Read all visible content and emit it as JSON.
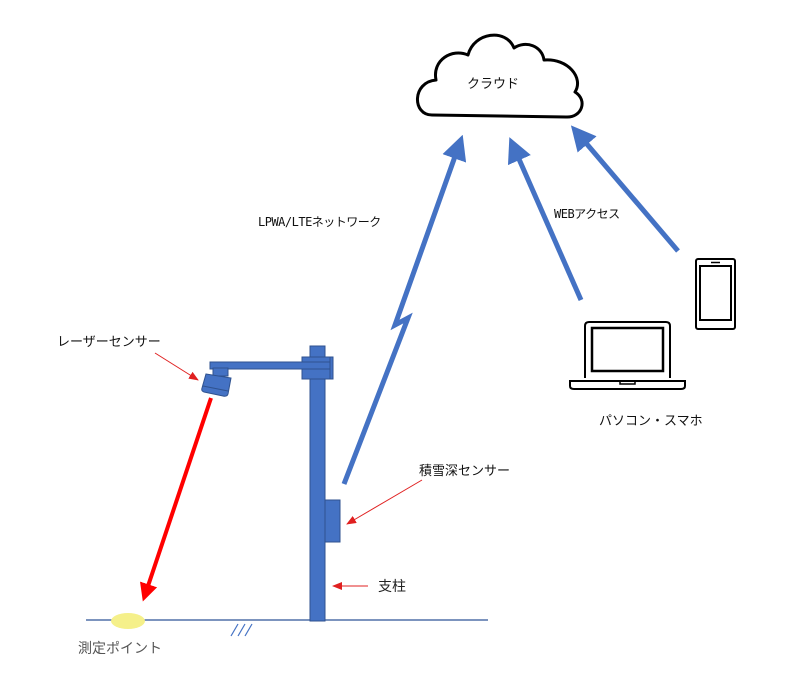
{
  "colors": {
    "blue": "#4472C4",
    "blue_dark": "#2F528F",
    "red": "#FF0000",
    "red_thin": "#E02020",
    "ground": "#2E5597",
    "highlight": "#F5F08A",
    "outline": "#000000"
  },
  "cloud": {
    "label": "クラウド",
    "icon": "cloud-icon"
  },
  "network": {
    "label": "LPWA/LTEネットワーク"
  },
  "web_access": {
    "label": "WEBアクセス"
  },
  "devices": {
    "label": "パソコン・スマホ",
    "laptop_icon": "laptop-icon",
    "phone_icon": "smartphone-icon"
  },
  "laser_sensor": {
    "label": "レーザーセンサー"
  },
  "snow_sensor": {
    "label": "積雪深センサー"
  },
  "pole": {
    "label": "支柱"
  },
  "measure_point": {
    "label": "測定ポイント"
  }
}
